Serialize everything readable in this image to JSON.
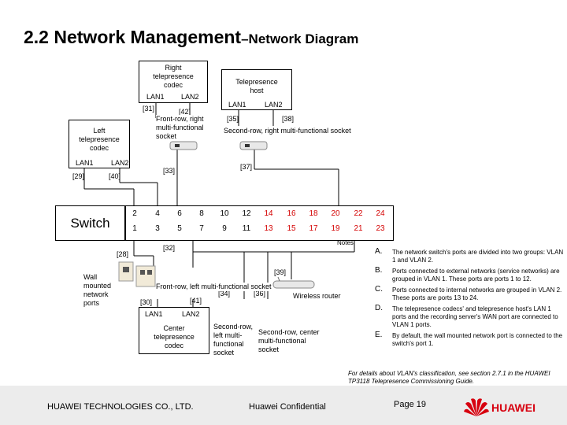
{
  "title": {
    "main": "2.2 Network Management",
    "sub": "–Network Diagram"
  },
  "devices": {
    "right_codec": {
      "name": "Right telepresence codec",
      "lan1": "LAN1",
      "lan2": "LAN2"
    },
    "telepresence_host": {
      "name": "Telepresence host",
      "lan1": "LAN1",
      "lan2": "LAN2"
    },
    "left_codec": {
      "name": "Left telepresence codec",
      "lan1": "LAN1",
      "lan2": "LAN2"
    },
    "center_codec": {
      "name": "Center telepresence codec",
      "lan1": "LAN1",
      "lan2": "LAN2"
    },
    "switch": "Switch",
    "wall_ports": "Wall mounted network ports",
    "wireless_router": "Wireless router"
  },
  "sockets": {
    "front_right": "Front-row, right multi-functional socket",
    "second_right": "Second-row, right multi-functional socket",
    "front_left": "Front-row, left multi-functional socket",
    "second_left": "Second-row, left multi-functional socket",
    "second_center": "Second-row, center multi-functional socket"
  },
  "cable_labels": {
    "c31": "[31]",
    "c42": "[42]",
    "c35": "[35]",
    "c38": "[38]",
    "c29": "[29]",
    "c40": "[40]",
    "c33": "[33]",
    "c37": "[37]",
    "c28": "[28]",
    "c32": "[32]",
    "c39": "[39]",
    "c34": "[34]",
    "c36": "[36]",
    "c30": "[30]",
    "c41": "[41]"
  },
  "switch_ports": {
    "top": [
      "2",
      "4",
      "6",
      "8",
      "10",
      "12",
      "14",
      "16",
      "18",
      "20",
      "22",
      "24"
    ],
    "bottom": [
      "1",
      "3",
      "5",
      "7",
      "9",
      "11",
      "13",
      "15",
      "17",
      "19",
      "21",
      "23"
    ]
  },
  "notes": {
    "heading": "Notes:",
    "items": [
      {
        "letter": "A.",
        "text": "The network switch's ports are divided into two groups: VLAN 1 and VLAN 2."
      },
      {
        "letter": "B.",
        "text": "Ports connected to external networks (service networks) are grouped in VLAN 1. These ports are ports 1 to 12."
      },
      {
        "letter": "C.",
        "text": "Ports connected to internal networks are grouped in VLAN 2. These ports are ports 13 to 24."
      },
      {
        "letter": "D.",
        "text": "The telepresence codecs' and telepresence host's LAN 1 ports and the recording server's WAN port are connected to VLAN 1 ports."
      },
      {
        "letter": "E.",
        "text": "By default, the wall mounted network port is connected to the switch's port 1."
      }
    ],
    "details": "For details about VLAN's classification, see section 2.7.1 in the HUAWEI TP3118 Telepresence Commissioning Guide."
  },
  "footer": {
    "company": "HUAWEI TECHNOLOGIES CO., LTD.",
    "confidential": "Huawei Confidential",
    "page": "Page 19",
    "brand": "HUAWEI"
  },
  "colors": {
    "line": "#000000",
    "red_ports": "#d40000",
    "brand_red": "#d7000f",
    "footer_bg": "#ececec"
  }
}
